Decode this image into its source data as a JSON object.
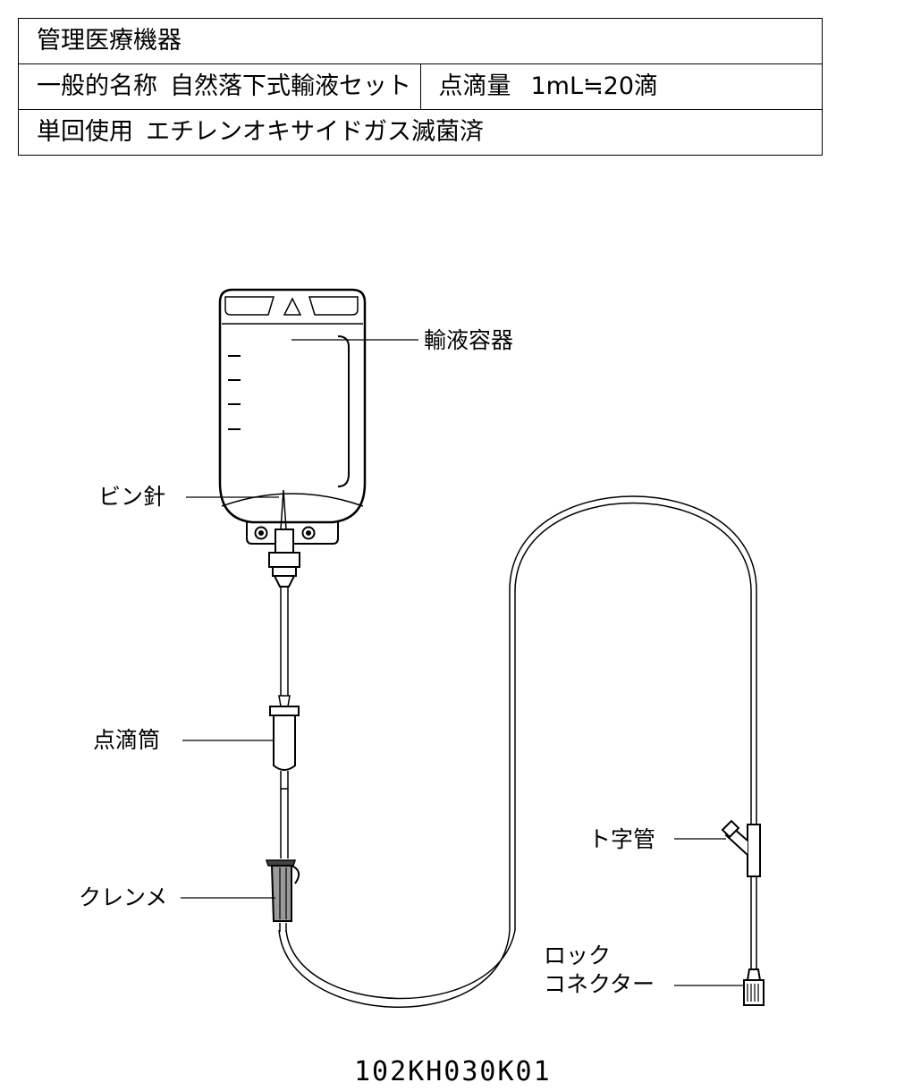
{
  "header_table": {
    "row1": {
      "category": "管理医療機器"
    },
    "row2": {
      "generic_name_label": "一般的名称",
      "generic_name_value": "自然落下式輸液セット",
      "drip_label": "点滴量",
      "drip_value": "1mL≒20滴"
    },
    "row3": {
      "single_use": "単回使用",
      "sterilization": "エチレンオキサイドガス滅菌済"
    }
  },
  "parts": {
    "container": "輸液容器",
    "spike": "ビン針",
    "drip_chamber": "点滴筒",
    "clamp": "クレンメ",
    "t_tube": "ト字管",
    "lock_connector_line1": "ロック",
    "lock_connector_line2": "コネクター"
  },
  "product_code": "102KH030K01"
}
